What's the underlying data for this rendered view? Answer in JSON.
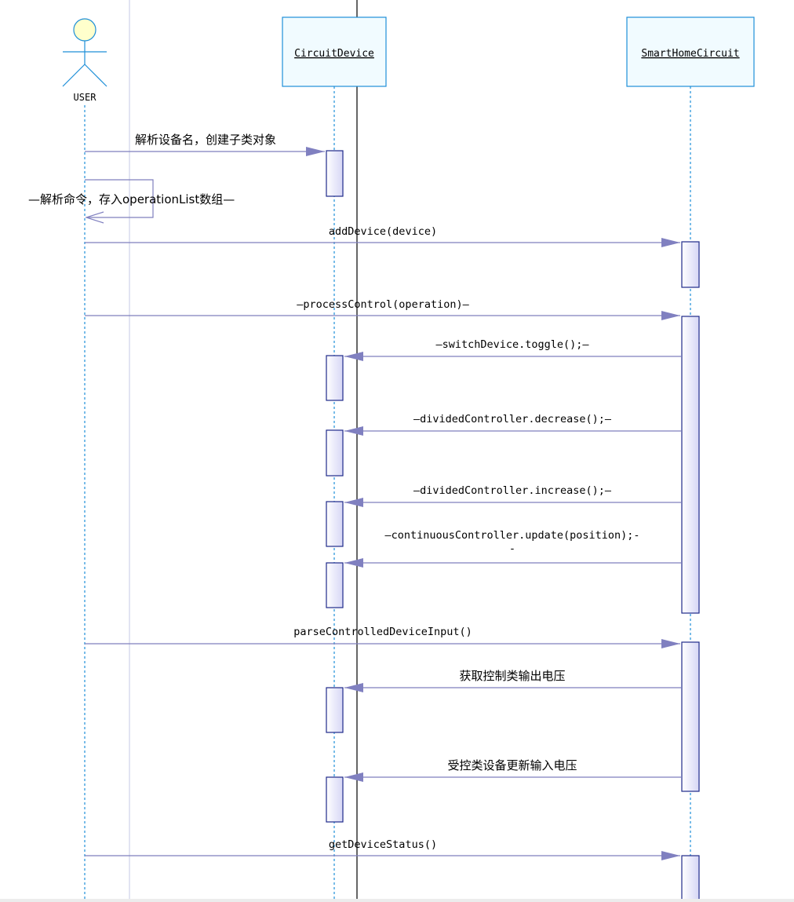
{
  "actor": {
    "name": "USER"
  },
  "participants": [
    {
      "id": "circuit-device",
      "name": "CircuitDevice"
    },
    {
      "id": "smart-home-circuit",
      "name": "SmartHomeCircuit"
    }
  ],
  "messages": [
    {
      "id": "m1",
      "label": "解析设备名，创建子类对象",
      "from": "user",
      "to": "circuit-device",
      "kind": "sync"
    },
    {
      "id": "m2",
      "label": "—解析命令，存入operationList数组—",
      "from": "user",
      "to": "user",
      "kind": "self"
    },
    {
      "id": "m3",
      "label": "addDevice(device)",
      "from": "user",
      "to": "smart-home-circuit",
      "kind": "sync"
    },
    {
      "id": "m4",
      "label": "—processControl(operation)—",
      "from": "user",
      "to": "smart-home-circuit",
      "kind": "sync"
    },
    {
      "id": "m5",
      "label": "—switchDevice.toggle();—",
      "from": "smart-home-circuit",
      "to": "circuit-device",
      "kind": "sync"
    },
    {
      "id": "m6",
      "label": "—dividedController.decrease();—",
      "from": "smart-home-circuit",
      "to": "circuit-device",
      "kind": "sync"
    },
    {
      "id": "m7",
      "label": "—dividedController.increase();—",
      "from": "smart-home-circuit",
      "to": "circuit-device",
      "kind": "sync"
    },
    {
      "id": "m8",
      "label": "—continuousController.update(position);—",
      "label_line1": "—continuousController.update(position);-",
      "label_line2": "-",
      "from": "smart-home-circuit",
      "to": "circuit-device",
      "kind": "sync"
    },
    {
      "id": "m9",
      "label": "parseControlledDeviceInput()",
      "from": "user",
      "to": "smart-home-circuit",
      "kind": "sync"
    },
    {
      "id": "m10",
      "label": "获取控制类输出电压",
      "from": "smart-home-circuit",
      "to": "circuit-device",
      "kind": "sync"
    },
    {
      "id": "m11",
      "label": "受控类设备更新输入电压",
      "from": "smart-home-circuit",
      "to": "circuit-device",
      "kind": "sync"
    },
    {
      "id": "m12",
      "label": "getDeviceStatus()",
      "from": "user",
      "to": "smart-home-circuit",
      "kind": "sync"
    }
  ],
  "colors": {
    "participant_border": "#1e8fd8",
    "participant_fill": "#f1fbff",
    "lifeline": "#1e8fd8",
    "message": "#7f7fbd",
    "arrowhead": "#8080c0",
    "activation_border": "#1f2a8a",
    "activation_fill_light": "#ffffff",
    "activation_fill_dark": "#d6d6f5",
    "actor_head": "#ffffcc",
    "actor_body": "#1e8fd8"
  }
}
